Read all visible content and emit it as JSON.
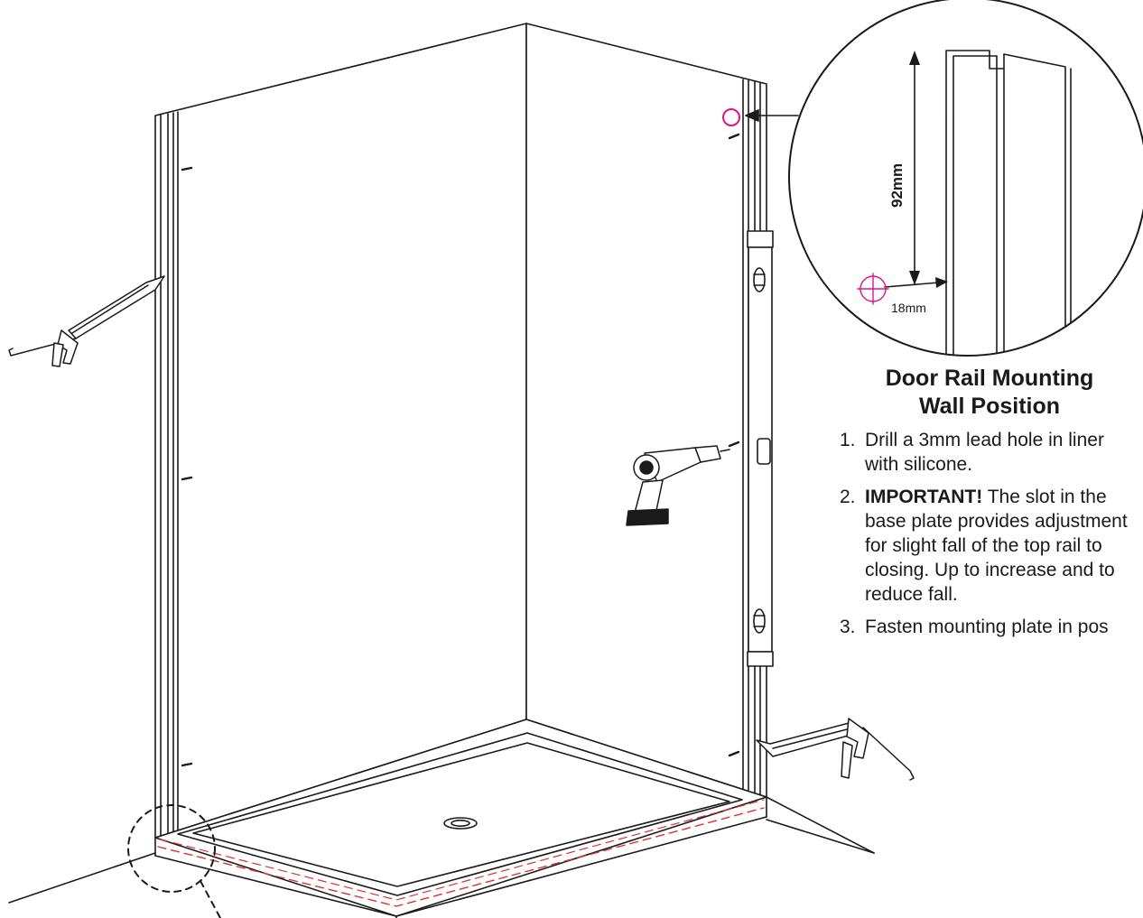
{
  "detail": {
    "dimension_vertical": "92mm",
    "dimension_horizontal": "18mm"
  },
  "instructions": {
    "title_line1": "Door Rail Mounting",
    "title_line2": "Wall Position",
    "steps": [
      {
        "number": "1.",
        "strong": "",
        "text": "Drill a 3mm lead hole in liner with silicone."
      },
      {
        "number": "2.",
        "strong": "IMPORTANT!",
        "text": " The slot in the base plate provides adjustment for slight fall of the top rail to closing. Up to increase and to reduce fall."
      },
      {
        "number": "3.",
        "strong": "",
        "text": "Fasten mounting plate in pos"
      }
    ]
  },
  "colors": {
    "line": "#1a1a1a",
    "marker": "#e0128a",
    "seal_dashes": "#e03030"
  },
  "icons": [
    "silicone-gun-icon",
    "power-drill-icon",
    "drill-point-marker-icon"
  ]
}
